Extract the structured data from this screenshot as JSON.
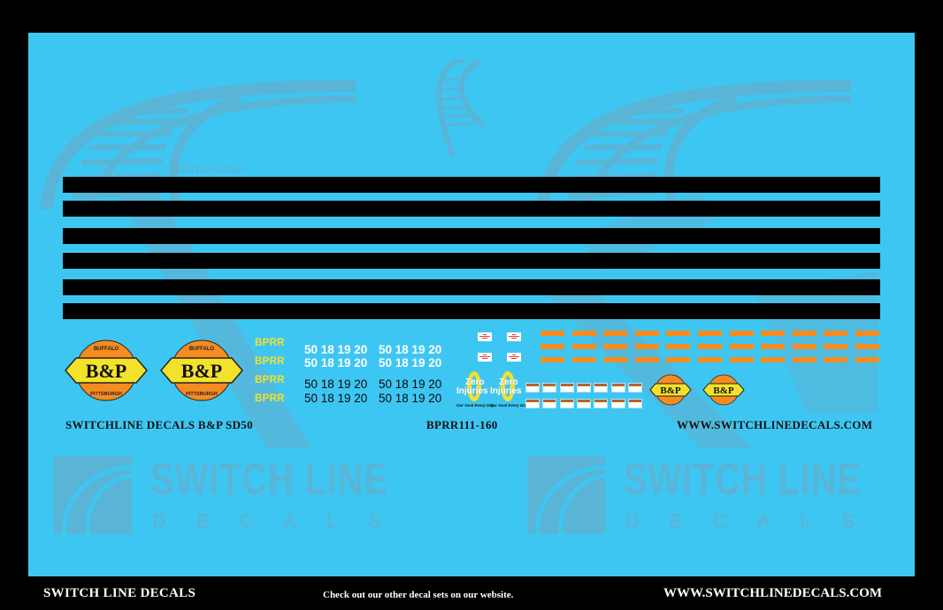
{
  "sheet": {
    "background_color": "#3ec6f2",
    "watermark_color": "#5ab4d6",
    "watermark": {
      "brand_line1": "SWITCH LINE",
      "brand_line2": "D E C A L S",
      "small_brand": "SWITCH LINE"
    },
    "stripes": {
      "count": 6,
      "color": "#000000"
    },
    "logo": {
      "name": "B&P",
      "top_text": "BUFFALO",
      "bottom_text": "PITTSBURGH",
      "circle_color": "#f68b1f",
      "hex_color": "#f4e12a"
    },
    "bprr_marks": [
      "BPRR",
      "BPRR",
      "BPRR",
      "BPRR"
    ],
    "bprr_color": "#f4e12a",
    "numbers": {
      "white_rows": [
        [
          "50 18 19 20",
          "50 18 19 20"
        ],
        [
          "50 18 19 20",
          "50 18 19 20"
        ]
      ],
      "black_rows": [
        [
          "50 18 19 20",
          "50 18 19 20"
        ],
        [
          "50 18 19 20",
          "50 18 19 20"
        ]
      ]
    },
    "zero_injuries": {
      "digit": "0",
      "line1": "Zero",
      "line2": "Injuries",
      "tagline": "Our Goal Every Day"
    },
    "orange_bars": {
      "rows": 3,
      "per_row": 11,
      "color": "#f68b1f"
    },
    "labels": {
      "set_name": "SWITCHLINE DECALS B&P SD50",
      "number_range": "BPRR111-160",
      "website": "WWW.SWITCHLINEDECALS.COM"
    }
  },
  "footer": {
    "brand": "SWITCH LINE DECALS",
    "message": "Check out our other decal sets on our website.",
    "website": "WWW.SWITCHLINEDECALS.COM"
  }
}
